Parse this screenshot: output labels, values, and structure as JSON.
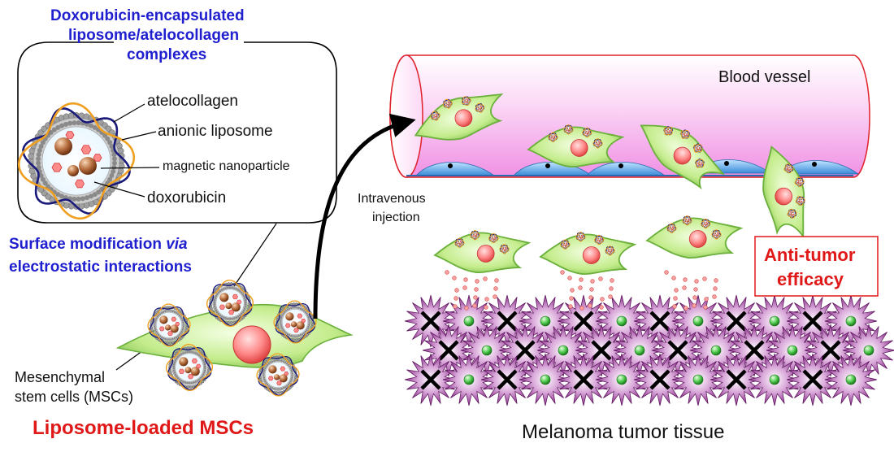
{
  "complex_title": {
    "line1": "Doxorubicin-encapsulated",
    "line2": "liposome/atelocollagen",
    "line3": "complexes"
  },
  "labels": {
    "atelocollagen": "atelocollagen",
    "anionic_liposome": "anionic liposome",
    "magnetic_nanoparticle": "magnetic nanoparticle",
    "doxorubicin": "doxorubicin",
    "surface_mod_prefix": "Surface modification ",
    "surface_mod_via": "via",
    "electrostatic": "electrostatic interactions",
    "msc_line1": "Mesenchymal",
    "msc_line2": "stem cells (MSCs)",
    "liposome_loaded": "Liposome-loaded MSCs",
    "intravenous_line1": "Intravenous",
    "intravenous_line2": "injection",
    "blood_vessel": "Blood vessel",
    "anti_tumor_line1": "Anti-tumor",
    "anti_tumor_line2": "efficacy",
    "melanoma": "Melanoma tumor tissue"
  },
  "colors": {
    "title_blue": "#1f1fcf",
    "accent_red": "#e01818",
    "vessel_pink": "#f7b8ee",
    "msc_green": "#a8dc6a",
    "tumor_purple": "#8a2a8a",
    "collagen_orange": "#f0a020",
    "collagen_navy": "#1a1a7a"
  }
}
